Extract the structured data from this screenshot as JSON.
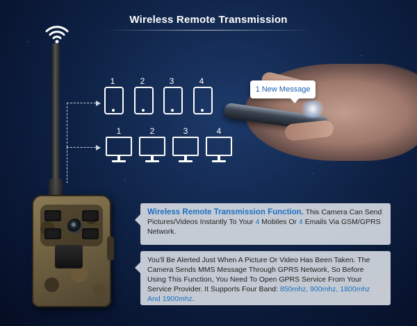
{
  "title": "Wireless Remote Transmission",
  "message_bubble": "1 New Message",
  "mobiles": {
    "labels": [
      "1",
      "2",
      "3",
      "4"
    ]
  },
  "computers": {
    "labels": [
      "1",
      "2",
      "3",
      "4"
    ]
  },
  "feature_box": {
    "heading": "Wireless Remote Transmission Function.",
    "text_1": " This Camera Can Send Pictures/Videos Instantly To Your ",
    "num_mobiles": "4",
    "text_2": " Mobiles Or ",
    "num_emails": "4",
    "text_3": " Emails Via GSM/GPRS Network."
  },
  "alert_box": {
    "text_1": "You'll Be Alerted Just When A Picture Or Video Has Been Taken. The Camera Sends MMS Message Through GPRS Network, So Before Using This Function, You Need To Open GPRS Service From Your Service Provider. It Supports Four Band:",
    "bands": " 850mhz, 900mhz, 1800mhz And 1900mhz",
    "text_2": "."
  },
  "colors": {
    "accent_blue": "#1f6fc0",
    "background": "#0f2347",
    "box_bg": "#dee2e8"
  },
  "icons": [
    "wifi-icon",
    "tablet-icon",
    "monitor-icon",
    "trail-camera",
    "hand-with-phone"
  ]
}
